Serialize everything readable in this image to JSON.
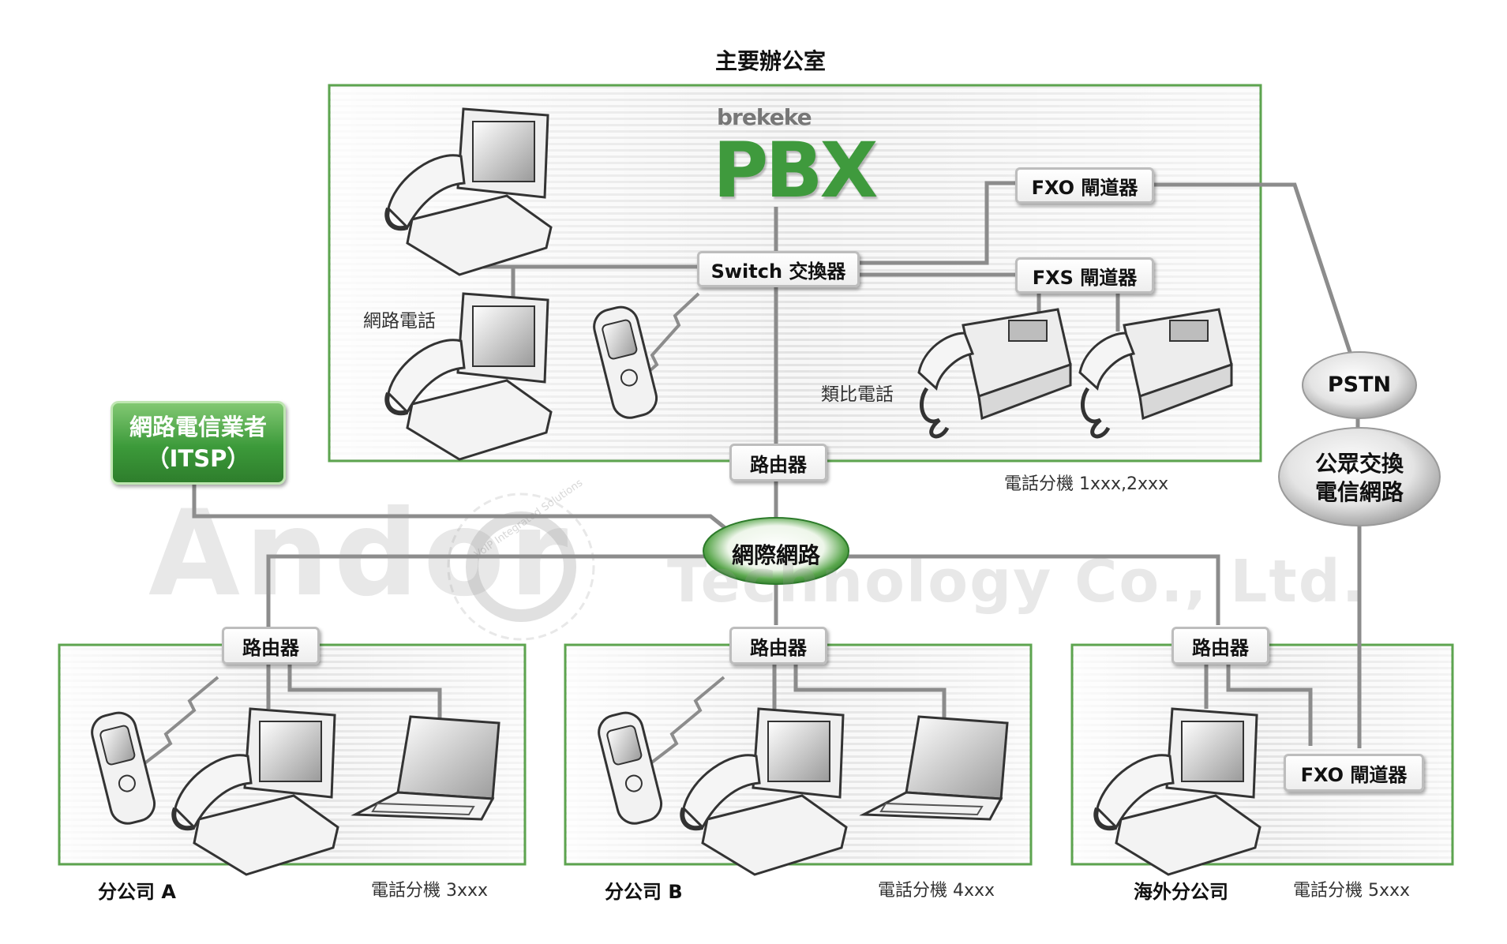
{
  "diagram": {
    "main_office_title": "主要辦公室",
    "brand": {
      "small": "brekeke",
      "large": "PBX"
    },
    "switch_label": "Switch 交換器",
    "fxo_gateway_label": "FXO 閘道器",
    "fxs_gateway_label": "FXS 閘道器",
    "ip_phone_label": "網路電話",
    "analog_phone_label": "類比電話",
    "router_label": "路由器",
    "main_extension": "電話分機 1xxx,2xxx",
    "itsp": {
      "line1": "網路電信業者",
      "line2": "（ITSP）"
    },
    "internet_label": "網際網路",
    "pstn_label": "PSTN",
    "pstn_desc": {
      "line1": "公眾交換",
      "line2": "電信網路"
    },
    "branch_a": {
      "name": "分公司 A",
      "extension": "電話分機 3xxx"
    },
    "branch_b": {
      "name": "分公司 B",
      "extension": "電話分機 4xxx"
    },
    "overseas": {
      "name": "海外分公司",
      "extension": "電話分機 5xxx",
      "gateway": "FXO 閘道器"
    },
    "watermark": {
      "big": "Andor",
      "small": "Technology Co., Ltd.",
      "ring": "VoIP Integrated Solutions"
    }
  },
  "colors": {
    "frame_green": "#5da44f",
    "itsp_green": "#3c9a3a",
    "line_gray": "#8c8c8c",
    "panel_stripe": "#e6e6e6"
  }
}
